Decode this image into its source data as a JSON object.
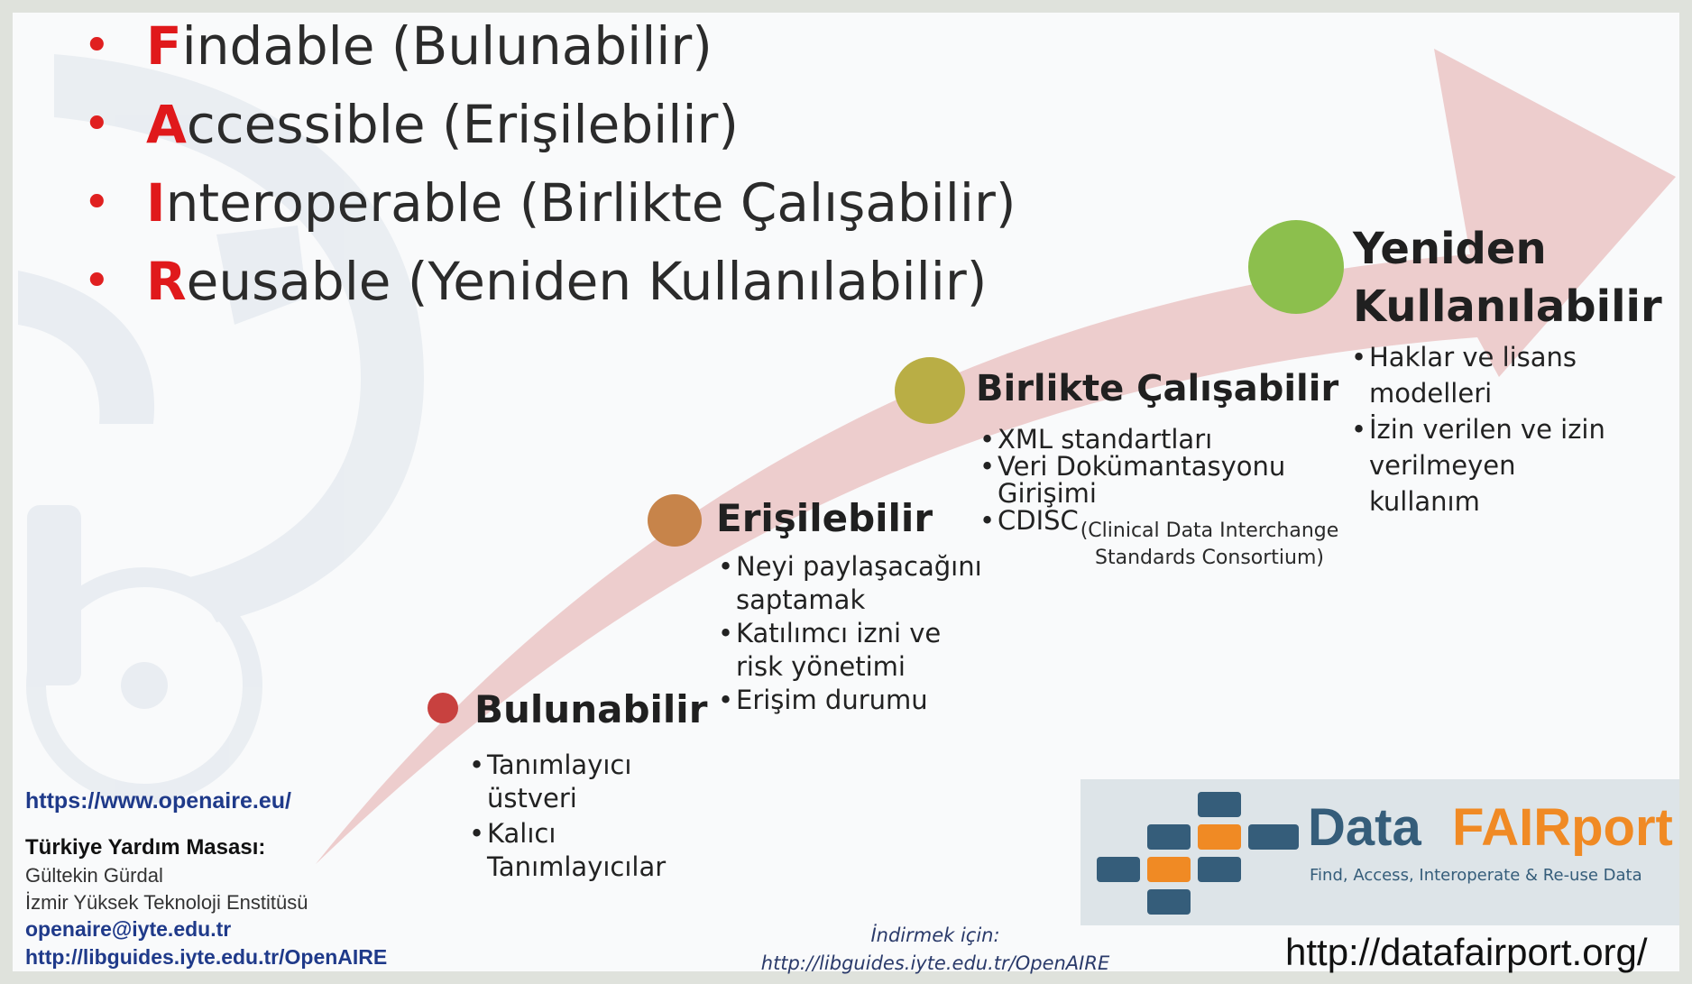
{
  "fair_principles": [
    {
      "initial": "F",
      "rest": "indable (Bulunabilir)"
    },
    {
      "initial": "A",
      "rest": "ccessible (Erişilebilir)"
    },
    {
      "initial": "I",
      "rest": "nteroperable (Birlikte Çalışabilir)"
    },
    {
      "initial": "R",
      "rest": "eusable (Yeniden Kullanılabilir)"
    }
  ],
  "stages": {
    "bulunabilir": {
      "title": "Bulunabilir",
      "color": "#c8413f",
      "items": [
        "Tanımlayıcı üstveri",
        "Kalıcı Tanımlayıcılar"
      ]
    },
    "erisilebilir": {
      "title": "Erişilebilir",
      "color": "#c7844a",
      "items": [
        "Neyi paylaşacağını saptamak",
        "Katılımcı izni ve risk yönetimi",
        "Erişim durumu"
      ]
    },
    "birlikte": {
      "title": "Birlikte Çalışabilir",
      "color": "#b9ae45",
      "items": [
        "XML standartları",
        "Veri Dokümantasyonu Girişimi",
        "CDISC"
      ],
      "cdisc_note": "(Clinical Data Interchange Standards Consortium)"
    },
    "yeniden": {
      "title_line1": "Yeniden",
      "title_line2": "Kullanılabilir",
      "color": "#8cbf4d",
      "items": [
        "Haklar ve lisans modelleri",
        "İzin verilen ve izin verilmeyen kullanım"
      ]
    }
  },
  "contact": {
    "website": "https://www.openaire.eu/",
    "helpdesk_label": "Türkiye Yardım Masası:",
    "person": "Gültekin Gürdal",
    "institution": "İzmir Yüksek Teknoloji Enstitüsü",
    "email": "openaire@iyte.edu.tr",
    "libguides": "http://libguides.iyte.edu.tr/OpenAIRE"
  },
  "download": {
    "label": "İndirmek için:",
    "url": "http://libguides.iyte.edu.tr/OpenAIRE"
  },
  "logo": {
    "word1": "Data",
    "word2": "FAIRport",
    "tagline": "Find, Access, Interoperate & Re-use Data",
    "color_blue": "#355d7a",
    "color_orange": "#f08a24"
  },
  "fairport_url": "http://datafairport.org/",
  "colors": {
    "red_accent": "#e0191b",
    "arrow": "#e8b9b9",
    "link_blue": "#1f3a8a"
  }
}
